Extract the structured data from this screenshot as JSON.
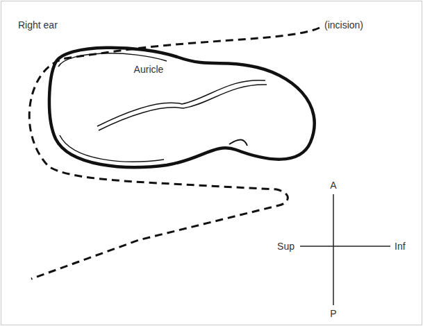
{
  "diagram": {
    "labels": [
      "Right ear",
      "(incision)",
      "Auricle",
      "A",
      "Sup",
      "Inf",
      "P"
    ]
  }
}
